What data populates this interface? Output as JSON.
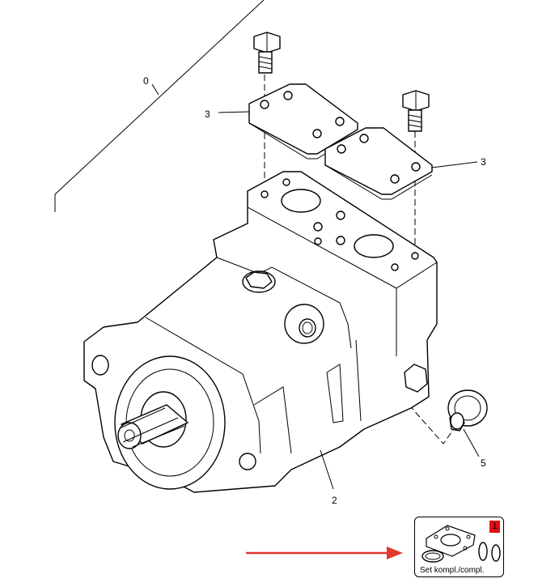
{
  "callouts": {
    "c0": "0",
    "c3a": "3",
    "c3b": "3",
    "c2": "2",
    "c5": "5"
  },
  "kit": {
    "label": "Set kompl./compl.",
    "qty": "1"
  },
  "colors": {
    "arrow": "#e03a2e",
    "badge": "#e01010"
  }
}
